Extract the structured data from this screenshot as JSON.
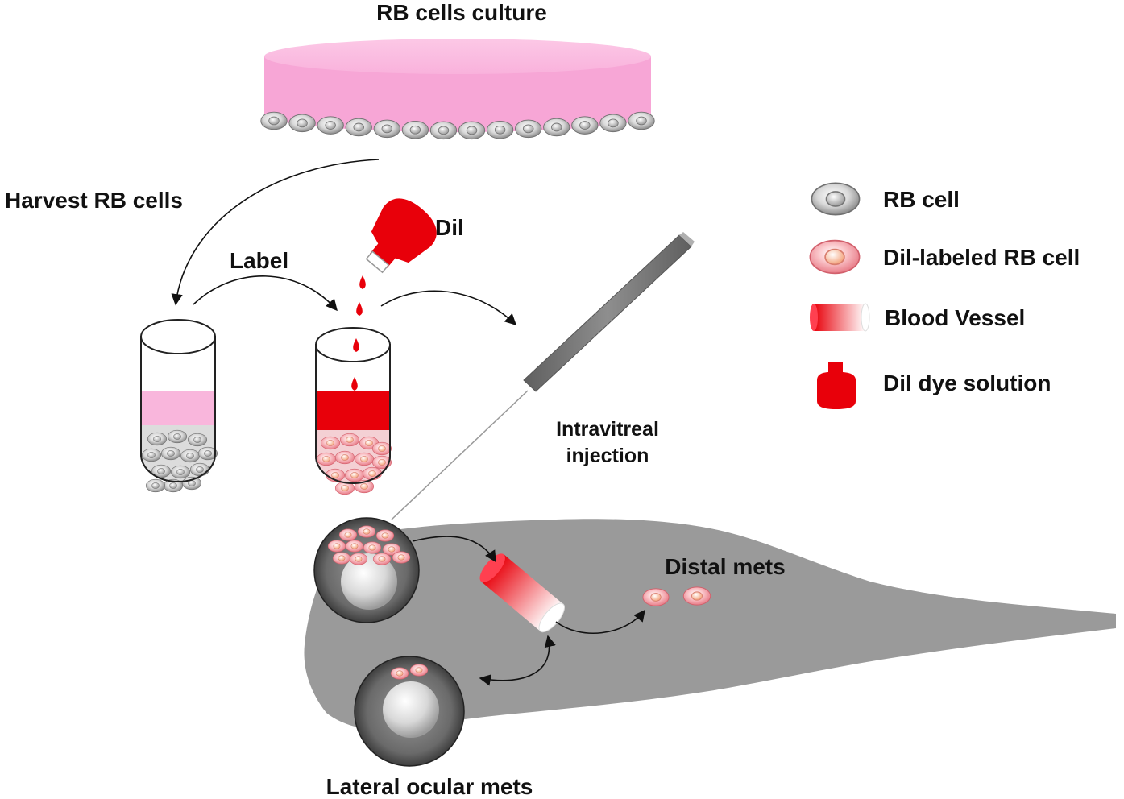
{
  "labels": {
    "culture": "RB cells culture",
    "harvest": "Harvest RB cells",
    "label_step": "Label",
    "dye": "Dil",
    "injection_line1": "Intravitreal",
    "injection_line2": "injection",
    "distal": "Distal mets",
    "lateral": "Lateral ocular mets"
  },
  "legend": [
    {
      "icon": "rb-cell-icon",
      "label": "RB cell"
    },
    {
      "icon": "dil-labeled-rb-cell-icon",
      "label": "Dil-labeled RB cell"
    },
    {
      "icon": "blood-vessel-icon",
      "label": "Blood Vessel"
    },
    {
      "icon": "dil-dye-bottle-icon",
      "label": "Dil dye solution"
    }
  ],
  "colors": {
    "culture_medium": "#f9a8d8",
    "dye_red": "#e8000a",
    "fish_body": "#9a9a9a",
    "cell_gray": "#c8c8c8",
    "cell_pink": "#f5a0a8",
    "needle": "#7a7a7a"
  }
}
